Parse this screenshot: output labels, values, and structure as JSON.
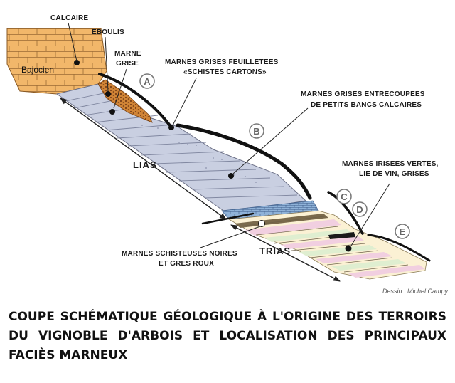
{
  "diagram": {
    "labels": {
      "calcaire": "CALCAIRE",
      "eboulis": "EBOULIS",
      "marne_grise": [
        "MARNE",
        "GRISE"
      ],
      "bajocien": "Bajocien",
      "marnes_feuilletees": [
        "MARNES GRISES FEUILLETEES",
        "«SCHISTES CARTONS»"
      ],
      "marnes_entrecoupees": [
        "MARNES GRISES ENTRECOUPEES",
        "DE PETITS BANCS CALCAIRES"
      ],
      "marnes_irisees": [
        "MARNES IRISEES VERTES,",
        "LIE DE VIN, GRISES"
      ],
      "marnes_schisteuses": [
        "MARNES SCHISTEUSES NOIRES",
        "ET GRES ROUX"
      ],
      "lias": "LIAS",
      "trias": "TRIAS"
    },
    "markers": [
      "A",
      "B",
      "C",
      "D",
      "E"
    ],
    "colors": {
      "bajocien": "#f2b76a",
      "lias": "#c8cee0",
      "blue_band": "#8fb2d8",
      "trias_pink": "#f1cfe0",
      "trias_green": "#dfeed0",
      "trias_cream": "#fbf1d4",
      "eboulis": "#d68a3e"
    }
  },
  "credit": "Dessin : Michel Campy",
  "caption": "COUPE SCHÉMATIQUE GÉOLOGIQUE À L'ORIGINE DES TERROIRS DU VIGNOBLE D'ARBOIS ET LOCALISATION DES PRINCIPAUX FACIÈS MARNEUX"
}
